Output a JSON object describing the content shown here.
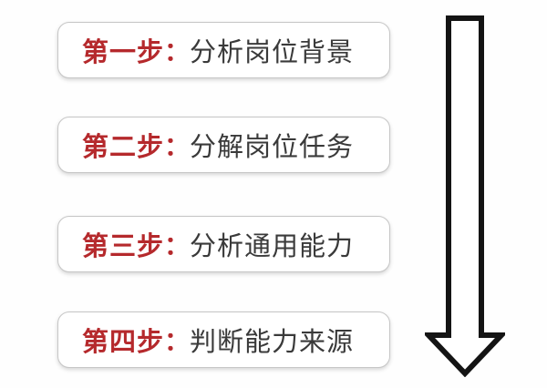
{
  "steps": [
    {
      "number": "第一步",
      "separator": "：",
      "title": "分析岗位背景"
    },
    {
      "number": "第二步",
      "separator": "：",
      "title": "分解岗位任务"
    },
    {
      "number": "第三步",
      "separator": "：",
      "title": "分析通用能力"
    },
    {
      "number": "第四步",
      "separator": "：",
      "title": "判断能力来源"
    }
  ],
  "icons": {
    "flow_arrow": "down-arrow"
  },
  "colors": {
    "step_number_red": "#b5292c",
    "step_title_gray": "#3a3a3a",
    "box_border": "#c6c6c6",
    "arrow_outline": "#141414",
    "background": "#fefefe"
  }
}
